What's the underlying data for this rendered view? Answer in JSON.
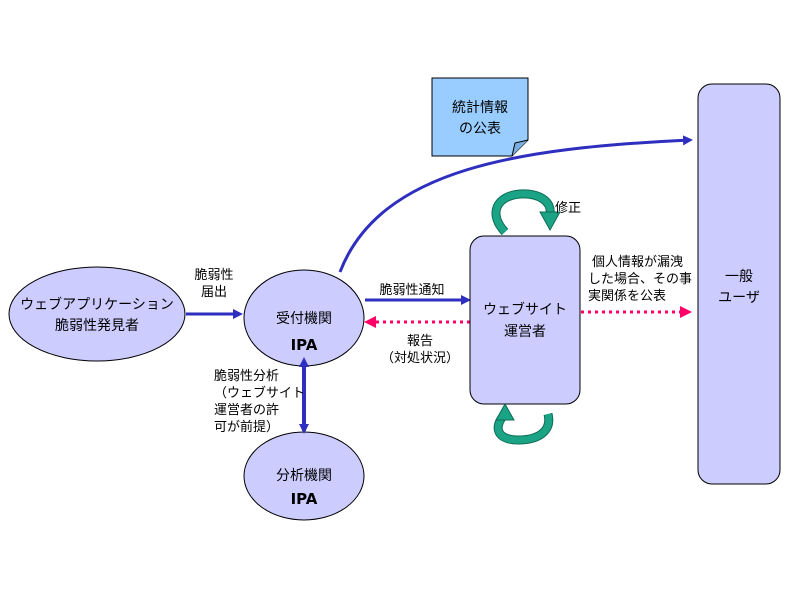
{
  "nodes": {
    "discoverer": {
      "line1": "ウェブアプリケーション",
      "line2": "脆弱性発見者"
    },
    "reception": {
      "line1": "受付機関",
      "line2": "IPA"
    },
    "analysis": {
      "line1": "分析機関",
      "line2": "IPA"
    },
    "site_operator": {
      "line1": "ウェブサイト",
      "line2": "運営者"
    },
    "general_user": {
      "line1": "一般",
      "line2": "ユーザ"
    }
  },
  "note": {
    "line1": "統計情報",
    "line2": "の公表"
  },
  "labels": {
    "report_vuln": {
      "line1": "脆弱性",
      "line2": "届出"
    },
    "notify_vuln": "脆弱性通知",
    "report_back": {
      "line1": "報告",
      "line2": "（対処状況）"
    },
    "fix": "修正",
    "analysis_cond": {
      "line1": "脆弱性分析",
      "line2": "（ウェブサイト",
      "line3": "運営者の許",
      "line4": "可が前提）"
    },
    "publish_fact": {
      "line1": "個人情報が漏洩",
      "line2": "した場合、その事",
      "line3": "実関係を公表"
    }
  },
  "colors": {
    "node_fill": "#ccccff",
    "note_fill": "#99ccff",
    "arrow_blue": "#2e2ebf",
    "arrow_pink": "#ff0066",
    "cycle_teal": "#1aa384"
  }
}
